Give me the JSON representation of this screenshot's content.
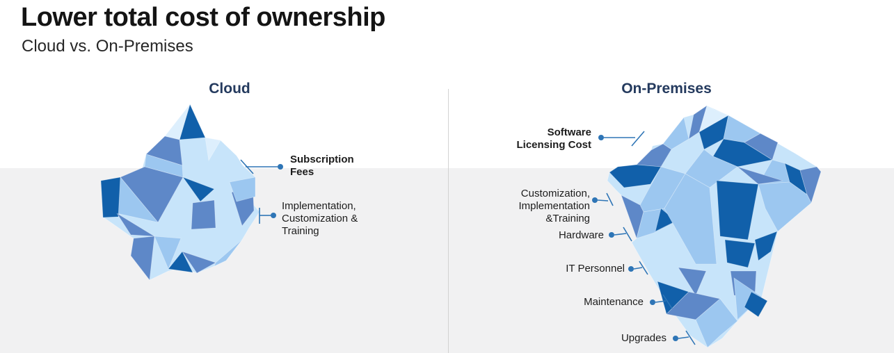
{
  "slide": {
    "title": "Lower total cost of ownership",
    "subtitle": "Cloud vs. On-Premises"
  },
  "colors": {
    "ink": "#1c1c1c",
    "navy": "#243a5e",
    "leader": "#2e75b6",
    "dark": "#1160aa",
    "medium": "#5e88c8",
    "light": "#9cc7f0",
    "pale": "#c7e4fa",
    "paler": "#ddeffd",
    "water": "#f1f1f2",
    "divider": "#d2d2d2"
  },
  "cloud": {
    "heading": "Cloud",
    "labels": {
      "subscription_fees": {
        "lines": [
          "Subscription",
          "Fees"
        ]
      },
      "implementation": {
        "lines": [
          "Implementation,",
          "Customization &",
          "Training"
        ]
      }
    }
  },
  "onprem": {
    "heading": "On-Premises",
    "labels": {
      "software_licensing": {
        "lines": [
          "Software",
          "Licensing Cost"
        ]
      },
      "customization": {
        "lines": [
          "Customization,",
          "Implementation",
          "&Training"
        ]
      },
      "hardware": {
        "lines": [
          "Hardware"
        ]
      },
      "it_personnel": {
        "lines": [
          "IT Personnel"
        ]
      },
      "maintenance": {
        "lines": [
          "Maintenance"
        ]
      },
      "upgrades": {
        "lines": [
          "Upgrades"
        ]
      }
    }
  }
}
